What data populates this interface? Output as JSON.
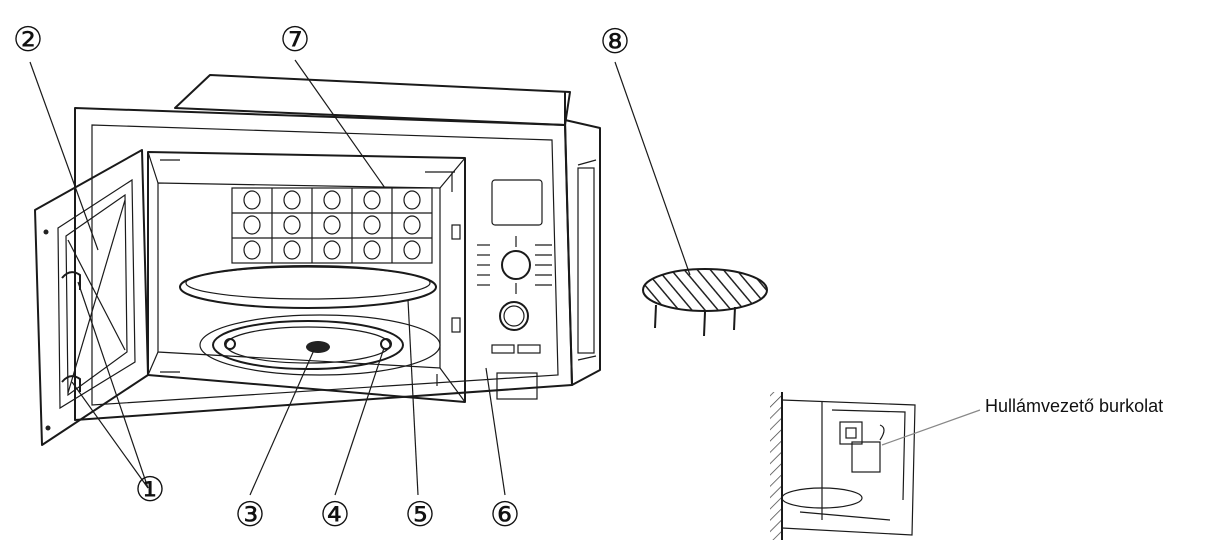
{
  "callouts": [
    {
      "id": "1",
      "glyph": "①"
    },
    {
      "id": "2",
      "glyph": "②"
    },
    {
      "id": "3",
      "glyph": "③"
    },
    {
      "id": "4",
      "glyph": "④"
    },
    {
      "id": "5",
      "glyph": "⑤"
    },
    {
      "id": "6",
      "glyph": "⑥"
    },
    {
      "id": "7",
      "glyph": "⑦"
    },
    {
      "id": "8",
      "glyph": "⑧"
    }
  ],
  "detail": {
    "label": "Hullámvezető burkolat"
  }
}
